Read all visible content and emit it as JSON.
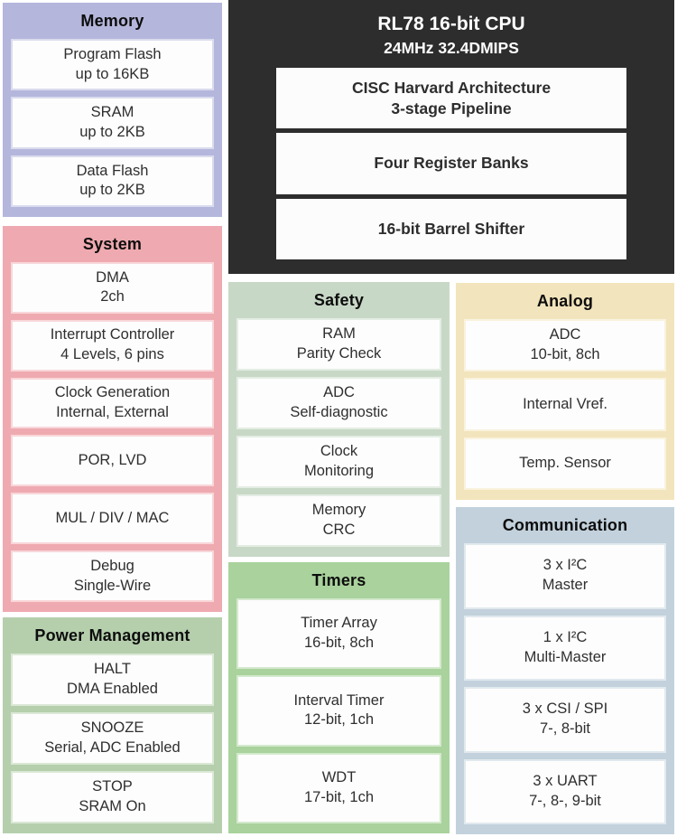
{
  "canvas": {
    "background": "#ffffff",
    "box_background": "#fdfdfd",
    "body_text_color": "#2f2f2f",
    "title_text_color": "#0d0d0d"
  },
  "cpu": {
    "title": "RL78 16-bit CPU",
    "subtitle": "24MHz 32.4DMIPS",
    "color": "#2d2d2d",
    "text_color": "#ffffff",
    "items": [
      {
        "l1": "CISC Harvard Architecture",
        "l2": "3-stage Pipeline"
      },
      {
        "l1": "Four Register Banks",
        "l2": ""
      },
      {
        "l1": "16-bit Barrel Shifter",
        "l2": ""
      }
    ]
  },
  "sections": {
    "memory": {
      "title": "Memory",
      "color": "#b4b6dc",
      "border": "#dadcee",
      "items": [
        {
          "l1": "Program Flash",
          "l2": "up to 16KB"
        },
        {
          "l1": "SRAM",
          "l2": "up to 2KB"
        },
        {
          "l1": "Data Flash",
          "l2": "up to 2KB"
        }
      ]
    },
    "system": {
      "title": "System",
      "color": "#eeaab0",
      "border": "#f8d6d9",
      "items": [
        {
          "l1": "DMA",
          "l2": "2ch"
        },
        {
          "l1": "Interrupt Controller",
          "l2": "4 Levels, 6 pins"
        },
        {
          "l1": "Clock Generation",
          "l2": "Internal, External"
        },
        {
          "l1": "POR, LVD",
          "l2": ""
        },
        {
          "l1": "MUL / DIV / MAC",
          "l2": ""
        },
        {
          "l1": "Debug",
          "l2": "Single-Wire"
        }
      ]
    },
    "power": {
      "title": "Power Management",
      "color": "#b5cfad",
      "border": "#dbe8d6",
      "items": [
        {
          "l1": "HALT",
          "l2": "DMA Enabled"
        },
        {
          "l1": "SNOOZE",
          "l2": "Serial, ADC Enabled"
        },
        {
          "l1": "STOP",
          "l2": "SRAM On"
        }
      ]
    },
    "safety": {
      "title": "Safety",
      "color": "#c8d8c6",
      "border": "#e4ede3",
      "items": [
        {
          "l1": "RAM",
          "l2": "Parity Check"
        },
        {
          "l1": "ADC",
          "l2": "Self-diagnostic"
        },
        {
          "l1": "Clock",
          "l2": "Monitoring"
        },
        {
          "l1": "Memory",
          "l2": "CRC"
        }
      ]
    },
    "timers": {
      "title": "Timers",
      "color": "#a9d29c",
      "border": "#d4e9cd",
      "items": [
        {
          "l1": "Timer Array",
          "l2": "16-bit, 8ch"
        },
        {
          "l1": "Interval Timer",
          "l2": "12-bit, 1ch"
        },
        {
          "l1": "WDT",
          "l2": "17-bit, 1ch"
        }
      ]
    },
    "analog": {
      "title": "Analog",
      "color": "#f2e4bc",
      "border": "#f9f2dd",
      "items": [
        {
          "l1": "ADC",
          "l2": "10-bit, 8ch"
        },
        {
          "l1": "Internal Vref.",
          "l2": ""
        },
        {
          "l1": "Temp. Sensor",
          "l2": ""
        }
      ]
    },
    "communication": {
      "title": "Communication",
      "color": "#c2d1dc",
      "border": "#e1e9ee",
      "items": [
        {
          "l1": "3 x I²C",
          "l2": "Master"
        },
        {
          "l1": "1 x I²C",
          "l2": "Multi-Master"
        },
        {
          "l1": "3 x CSI / SPI",
          "l2": "7-, 8-bit"
        },
        {
          "l1": "3 x UART",
          "l2": "7-, 8-, 9-bit"
        }
      ]
    }
  }
}
